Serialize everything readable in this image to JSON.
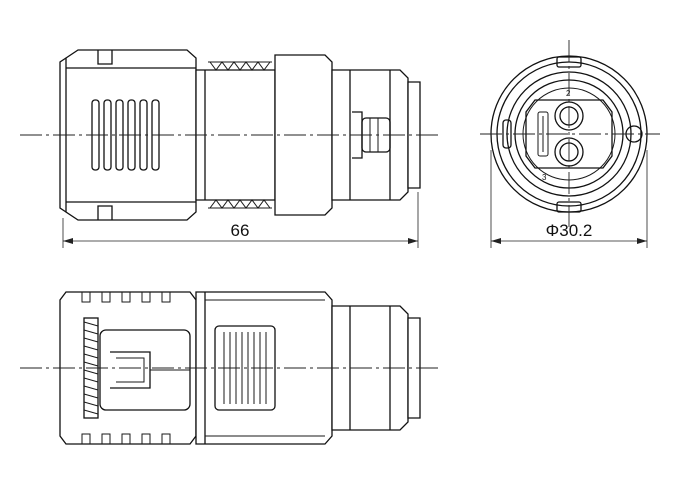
{
  "diagram": {
    "dimensions": {
      "length": "66",
      "diameter": "Φ30.2"
    },
    "pin_labels": {
      "pin_2": "2",
      "pin_3": "3"
    },
    "colors": {
      "line": "#111111",
      "background": "#ffffff"
    }
  }
}
